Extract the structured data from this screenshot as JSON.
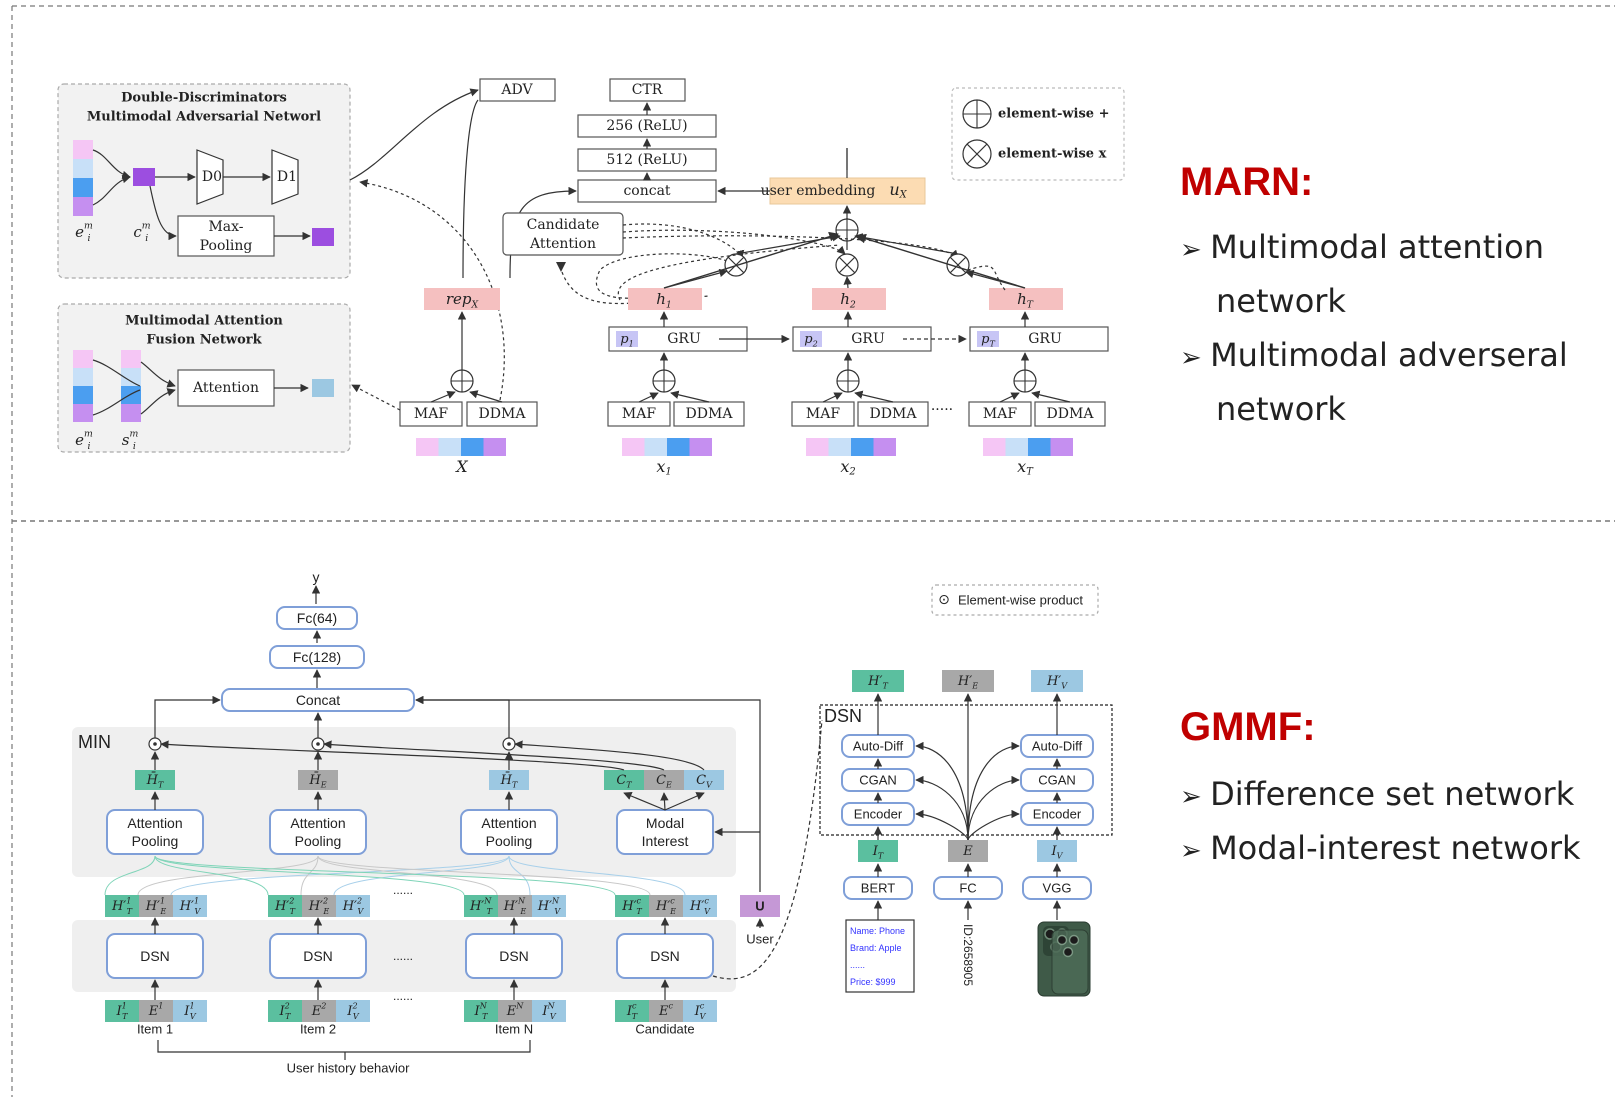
{
  "marn": {
    "title": "MARN:",
    "bullets": [
      "Multimodal attention",
      "network",
      "Multimodal adverseral",
      "network"
    ],
    "ddm": {
      "title1": "Double-Discriminators",
      "title2": "Multimodal Adversarial Networl",
      "d0": "D0",
      "d1": "D1",
      "maxpool1": "Max-",
      "maxpool2": "Pooling",
      "e": "e",
      "e_sub": "i",
      "e_sup": "m",
      "c": "c",
      "c_sub": "i",
      "c_sup": "m"
    },
    "maf": {
      "title1": "Multimodal Attention",
      "title2": "Fusion Network",
      "attention": "Attention",
      "e": "e",
      "e_sub": "i",
      "e_sup": "m",
      "s": "s",
      "s_sub": "i",
      "s_sup": "m"
    },
    "adv": "ADV",
    "ctr": "CTR",
    "fc256": "256 (ReLU)",
    "fc512": "512 (ReLU)",
    "concat": "concat",
    "user_emb": "user embedding",
    "user_emb_sym": "u",
    "user_emb_sub": "X",
    "cand_att1": "Candidate",
    "cand_att2": "Attention",
    "rep": "rep",
    "rep_sub": "X",
    "legend_plus": "element-wise +",
    "legend_times": "element-wise x",
    "maf_label": "MAF",
    "ddma_label": "DDMA",
    "gru": "GRU",
    "dots": "·····",
    "h": [
      "h",
      "h",
      "h"
    ],
    "h_sub": [
      "1",
      "2",
      "T"
    ],
    "p": [
      "p",
      "p",
      "p"
    ],
    "p_sub": [
      "1",
      "2",
      "T"
    ],
    "x_big": "X",
    "x": [
      "x",
      "x",
      "x"
    ],
    "x_sub": [
      "1",
      "2",
      "T"
    ]
  },
  "gmmf": {
    "title": "GMMF:",
    "bullets": [
      "Difference set network",
      "Modal-interest network"
    ],
    "y": "y",
    "fc64": "Fc(64)",
    "fc128": "Fc(128)",
    "concat": "Concat",
    "min": "MIN",
    "hbar": [
      "H̄",
      "H̄",
      "H̄"
    ],
    "hbar_sub": [
      "T",
      "E",
      "T"
    ],
    "c": [
      "C",
      "C",
      "C"
    ],
    "c_sub": [
      "T",
      "E",
      "V"
    ],
    "att_pool1": "Attention",
    "att_pool2": "Pooling",
    "modal1": "Modal",
    "modal2": "Interest",
    "hp": [
      "H′",
      "H′",
      "H′"
    ],
    "hp_sub": [
      "T",
      "E",
      "V"
    ],
    "hp_sup": [
      "1",
      "2",
      "N",
      "c"
    ],
    "row_dots": "......",
    "dsn": "DSN",
    "u": "U",
    "user": "User",
    "it": [
      "I",
      "E",
      "I"
    ],
    "it_sub": [
      "T",
      "",
      "V"
    ],
    "it_sup": [
      "1",
      "2",
      "N",
      "c"
    ],
    "items": [
      "Item 1",
      "Item 2",
      "Item N",
      "Candidate"
    ],
    "user_history": "User history behavior",
    "legend": "Element-wise product",
    "legend_sym": "⊙",
    "dsn_detail": {
      "title": "DSN",
      "top": [
        "H′",
        "H′",
        "H′"
      ],
      "top_sub": [
        "T",
        "E",
        "V"
      ],
      "autodiff": "Auto-Diff",
      "cgan": "CGAN",
      "encoder": "Encoder",
      "mid": [
        "I",
        "E",
        "I"
      ],
      "mid_sub": [
        "T",
        "",
        "V"
      ],
      "bert": "BERT",
      "fc": "FC",
      "vgg": "VGG",
      "card": [
        "Name: Phone",
        "Brand: Apple",
        "......",
        "Price: $999"
      ],
      "id": "ID:2658905"
    }
  },
  "colors": {
    "teal": "#5bbf9f",
    "gray": "#a8a8a8",
    "lightblue": "#9cc8e2",
    "purple": "#c598d6",
    "pink": "#f4a7a7",
    "orange": "#fcdcb3",
    "blue_border": "#7f9fd8",
    "panel": "#efefef",
    "marn_pink": "#f5c6f5",
    "marn_lb": "#c8e0f8",
    "marn_blue": "#4b9ef0",
    "marn_purple": "#c58ff0",
    "dark_purple": "#9c4ee0",
    "red": "#c00000"
  }
}
